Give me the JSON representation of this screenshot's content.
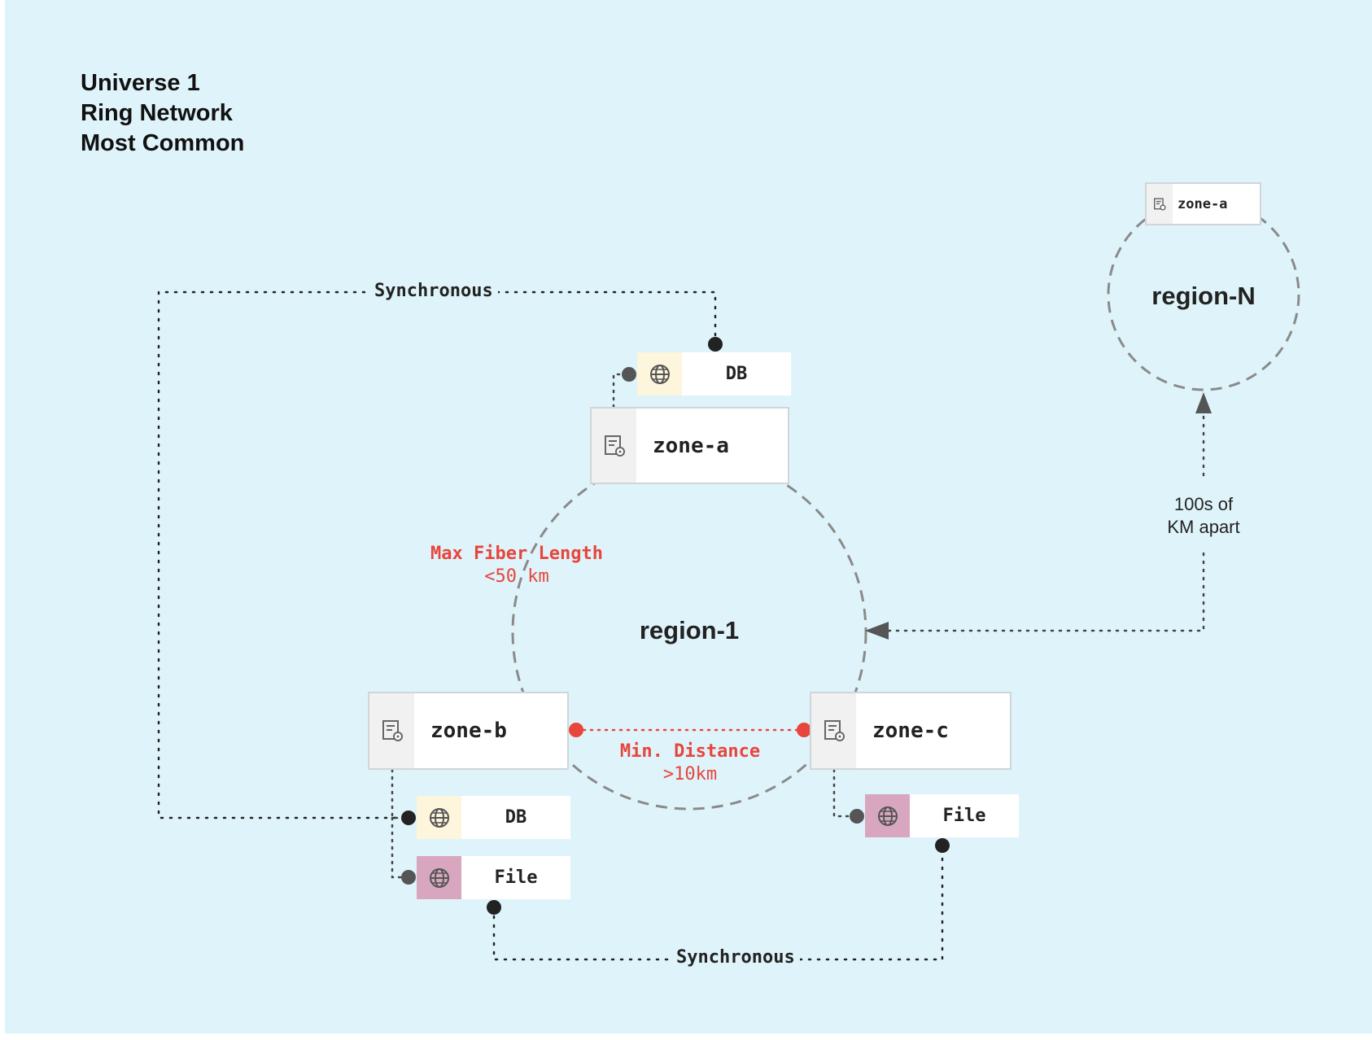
{
  "title": {
    "line1": "Universe 1",
    "line2": "Ring Network",
    "line3": "Most Common"
  },
  "regions": {
    "region1": "region-1",
    "regionN": "region-N"
  },
  "zones": {
    "a": "zone-a",
    "b": "zone-b",
    "c": "zone-c",
    "n_a": "zone-a"
  },
  "services": {
    "db_top": "DB",
    "db_bottom": "DB",
    "file_b": "File",
    "file_c": "File"
  },
  "annotations": {
    "max_fiber_title": "Max Fiber Length",
    "max_fiber_value": "<50 km",
    "min_distance_title": "Min. Distance",
    "min_distance_value": ">10km",
    "sync_top": "Synchronous",
    "sync_bottom": "Synchronous",
    "apart_line1": "100s of",
    "apart_line2": "KM apart"
  },
  "colors": {
    "background": "#dff4fa",
    "accent_red": "#e8453c",
    "db_icon_bg": "#fdf5dc",
    "file_icon_bg": "#d8a7bf",
    "connector": "#222222"
  },
  "icons": {
    "zone": "server-location-icon",
    "service": "globe-icon"
  }
}
